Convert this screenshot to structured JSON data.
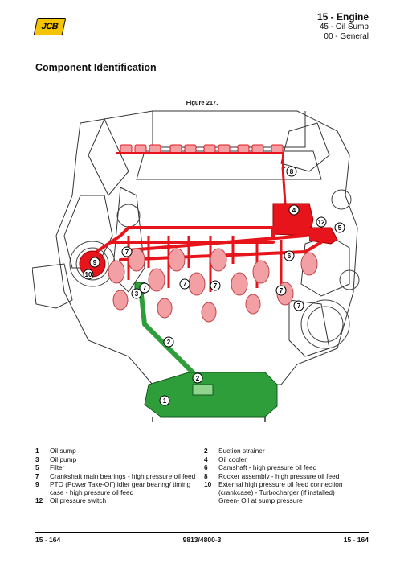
{
  "header": {
    "logo_text": "JCB",
    "section": "15 - Engine",
    "subsection": "45 - Oil Sump",
    "subsubsection": "00 - General"
  },
  "title": "Component Identification",
  "figure_caption": "Figure 217.",
  "callouts": [
    "1",
    "2",
    "3",
    "4",
    "5",
    "6",
    "7",
    "8",
    "9",
    "10",
    "12"
  ],
  "legend": [
    {
      "num": "1",
      "desc": "Oil sump"
    },
    {
      "num": "2",
      "desc": "Suction strainer"
    },
    {
      "num": "3",
      "desc": "Oil pump"
    },
    {
      "num": "4",
      "desc": "Oil cooler"
    },
    {
      "num": "5",
      "desc": "Filter"
    },
    {
      "num": "6",
      "desc": "Camshaft - high pressure oil feed"
    },
    {
      "num": "7",
      "desc": "Crankshaft main bearings - high pressure oil feed"
    },
    {
      "num": "8",
      "desc": "Rocker assembly - high pressure oil feed"
    },
    {
      "num": "9",
      "desc": "PTO (Power Take-Off) idler gear bearing/ timing case - high pressure oil feed"
    },
    {
      "num": "10",
      "desc": "External high pressure oil feed connection (crankcase) - Turbocharger (if installed)"
    },
    {
      "num": "12",
      "desc": "Oil pressure switch"
    },
    {
      "num": "",
      "desc": "Green- Oil at sump pressure"
    }
  ],
  "footer": {
    "left": "15 - 164",
    "center": "9813/4800-3",
    "right": "15 - 164"
  },
  "colors": {
    "high_pressure": "#e8141b",
    "sump_pressure": "#2e9e3a",
    "logo": "#f4c400"
  }
}
